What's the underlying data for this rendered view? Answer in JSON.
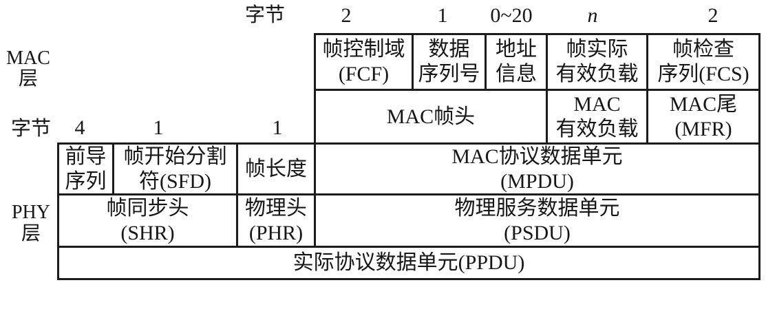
{
  "diagram": {
    "description_colors": {
      "ink": "#1b1b1b",
      "background": "#fefefe"
    }
  },
  "byte_scale_top": {
    "label": "字节",
    "counts": [
      "2",
      "1",
      "0~20",
      "n",
      "2"
    ]
  },
  "byte_scale_bottom": {
    "label": "字节",
    "counts": [
      "4",
      "1",
      "1"
    ]
  },
  "layers": {
    "mac": "MAC\n层",
    "phy": "PHY\n层"
  },
  "mac_row1": {
    "fcf": "帧控制域\n(FCF)",
    "data_seq": "数据\n序列号",
    "addr": "地址\n信息",
    "frame_payload": "帧实际\n有效负载",
    "fcs": "帧检查\n序列(FCS)"
  },
  "mac_row2": {
    "mhr": "MAC帧头",
    "mac_payload": "MAC\n有效负载",
    "mfr": "MAC尾\n(MFR)"
  },
  "phy_row1": {
    "preamble": "前导\n序列",
    "sfd": "帧开始分割\n符(SFD)",
    "frame_length": "帧长度",
    "mpdu": "MAC协议数据单元\n(MPDU)"
  },
  "phy_row2": {
    "shr": "帧同步头\n(SHR)",
    "phr": "物理头\n(PHR)",
    "psdu": "物理服务数据单元\n(PSDU)"
  },
  "ppdu_row": {
    "ppdu": "实际协议数据单元(PPDU)"
  }
}
